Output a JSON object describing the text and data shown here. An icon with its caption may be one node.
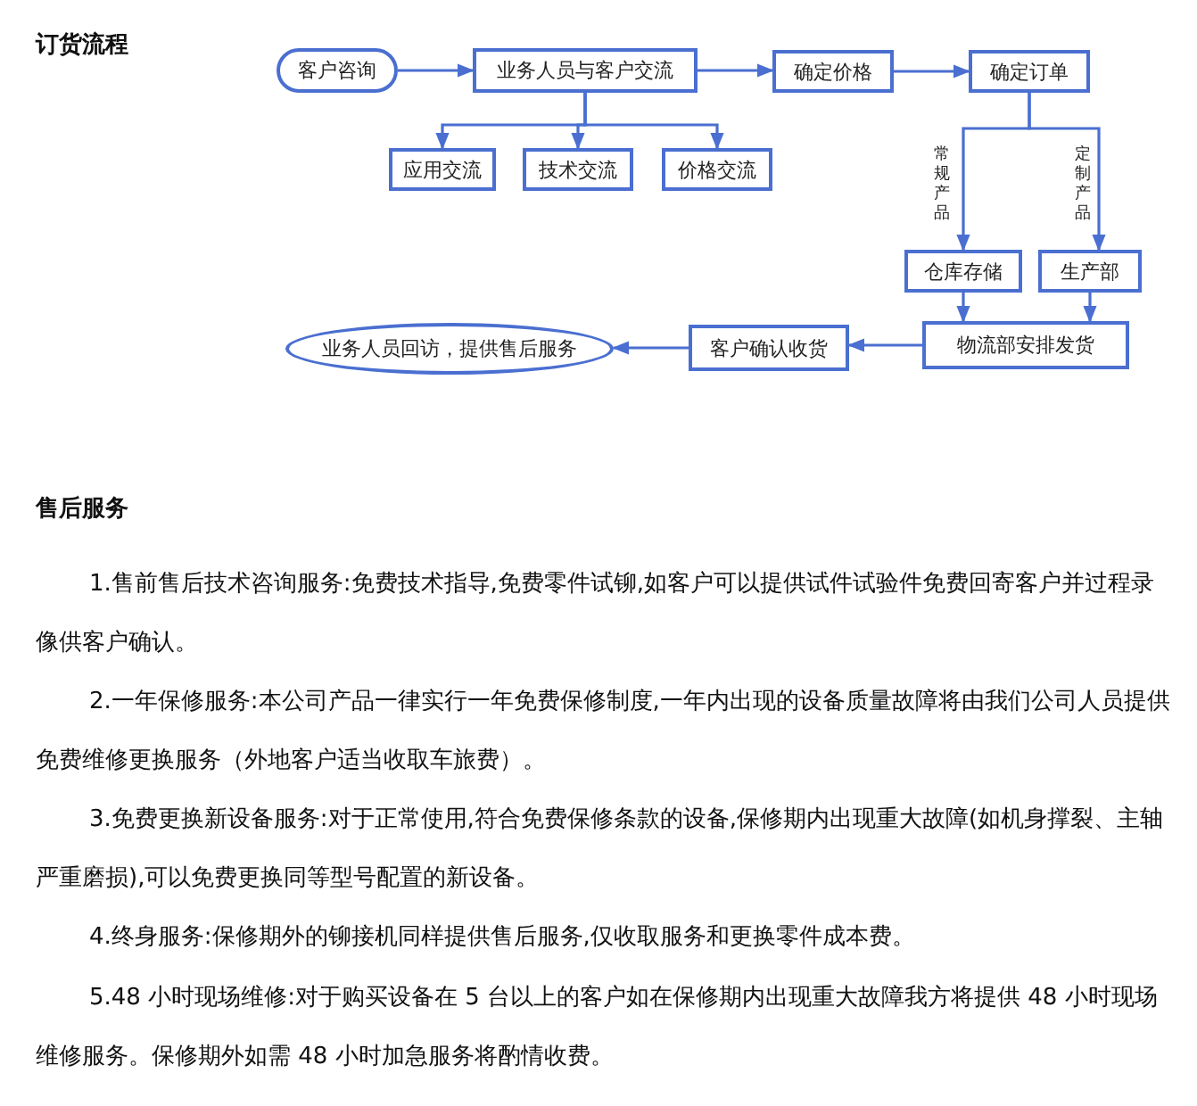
{
  "diagram": {
    "title": "订货流程",
    "nodes": [
      {
        "text": [
          "客户咨询"
        ]
      },
      {
        "text": [
          "业务人员与客户交流"
        ]
      },
      {
        "text": [
          "确定价格"
        ]
      },
      {
        "text": [
          "确定订单"
        ]
      },
      {
        "text": [
          "应用交流"
        ]
      },
      {
        "text": [
          "技术交流"
        ]
      },
      {
        "text": [
          "价格交流"
        ]
      },
      {
        "text": [
          "仓库存储"
        ]
      },
      {
        "text": [
          "生产部"
        ]
      },
      {
        "text": [
          "物流部安排发货"
        ]
      },
      {
        "text": [
          "客户确认收货"
        ]
      },
      {
        "text": [
          "业务人员回访，提供售后服务"
        ]
      }
    ],
    "edges": [
      {
        "from": 0,
        "to": 1,
        "arrow": "to"
      },
      {
        "from": 1,
        "to": 2,
        "arrow": "to"
      },
      {
        "from": 2,
        "to": 3,
        "arrow": "to"
      },
      {
        "from": 1,
        "to": 4,
        "arrow": "to"
      },
      {
        "from": 1,
        "to": 5,
        "arrow": "to"
      },
      {
        "from": 1,
        "to": 6,
        "arrow": "to"
      },
      {
        "from": 3,
        "to": 7,
        "arrow": "to",
        "label": "常规产品"
      },
      {
        "from": 3,
        "to": 8,
        "arrow": "to",
        "label": "定制产品"
      },
      {
        "from": 7,
        "to": 9,
        "arrow": "to"
      },
      {
        "from": 8,
        "to": 9,
        "arrow": "to"
      },
      {
        "from": 9,
        "to": 10,
        "arrow": "to"
      },
      {
        "from": 10,
        "to": 11,
        "arrow": "to"
      }
    ],
    "labels": [
      "售后服务",
      "1.售前售后技术咨询服务:免费技术指导,免费零件试铆,如客户可以提供试件试验件免费回寄客户并过程录像供客户确认。",
      "2.一年保修服务:本公司产品一律实行一年免费保修制度,一年内出现的设备质量故障将由我们公司人员提供免费维修更换服务（外地客户适当收取车旅费）。",
      "3.免费更换新设备服务:对于正常使用,符合免费保修条款的设备,保修期内出现重大故障(如机身撑裂、主轴严重磨损),可以免费更换同等型号配置的新设备。",
      "4.终身服务:保修期外的铆接机同样提供售后服务,仅收取服务和更换零件成本费。",
      "5.48 小时现场维修:对于购买设备在 5 台以上的客户如在保修期内出现重大故障我方将提供 48 小时现场维修服务。保修期外如需 48 小时加急服务将酌情收费。"
    ]
  }
}
